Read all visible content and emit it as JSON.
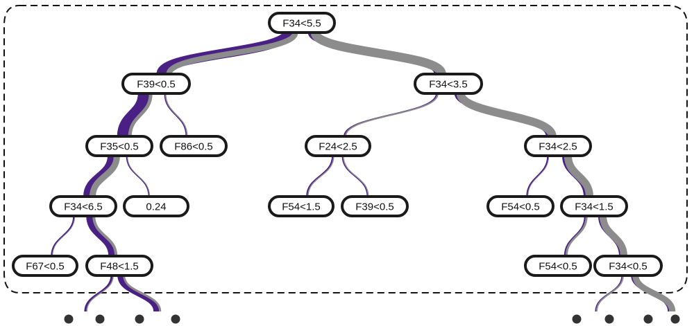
{
  "colors": {
    "class_a": "#4a2085",
    "class_b": "#8c8c8c",
    "node_border": "#1a1a1a",
    "frame": "#111111"
  },
  "nodes": [
    {
      "id": "n0",
      "label": "F34<5.5"
    },
    {
      "id": "n1",
      "label": "F39<0.5"
    },
    {
      "id": "n2",
      "label": "F34<3.5"
    },
    {
      "id": "n3",
      "label": "F35<0.5"
    },
    {
      "id": "n4",
      "label": "F86<0.5"
    },
    {
      "id": "n5",
      "label": "F24<2.5"
    },
    {
      "id": "n6",
      "label": "F34<2.5"
    },
    {
      "id": "n7",
      "label": "F34<6.5"
    },
    {
      "id": "n8",
      "label": "0.24"
    },
    {
      "id": "n9",
      "label": "F54<1.5"
    },
    {
      "id": "n10",
      "label": "F39<0.5"
    },
    {
      "id": "n11",
      "label": "F54<0.5"
    },
    {
      "id": "n12",
      "label": "F34<1.5"
    },
    {
      "id": "n13",
      "label": "F67<0.5"
    },
    {
      "id": "n14",
      "label": "F48<1.5"
    },
    {
      "id": "n15",
      "label": "F54<0.5"
    },
    {
      "id": "n16",
      "label": "F34<0.5"
    }
  ],
  "continuation_marker": "•"
}
